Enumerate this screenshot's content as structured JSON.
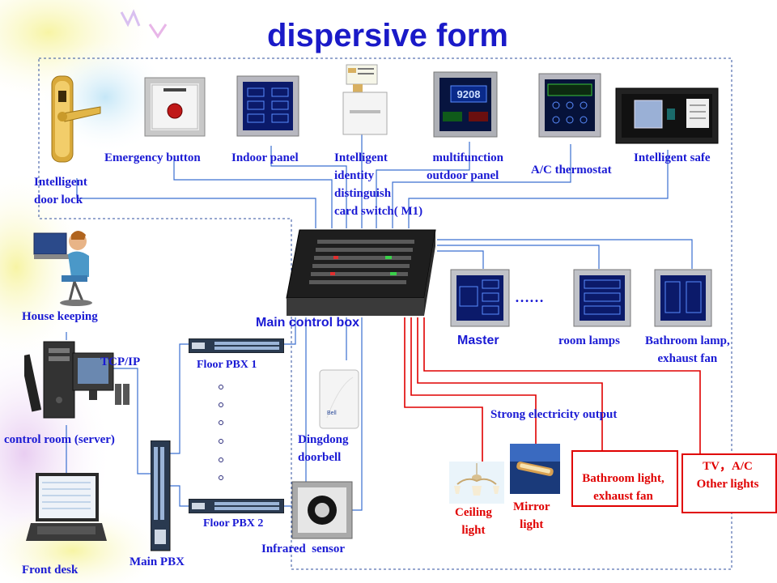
{
  "title": "dispersive form",
  "labels": {
    "door_lock": "Intelligent\ndoor lock",
    "emergency": "Emergency button",
    "indoor_panel": "Indoor panel",
    "card_switch": "Intelligent\nidentity\ndistinguish\ncard switch( M1)",
    "outdoor_panel": "  multifunction\noutdoor panel",
    "thermostat": "A/C thermostat",
    "safe": "Intelligent safe",
    "house_keeping": "House keeping",
    "tcp_ip": "TCP/IP",
    "control_room": "control room (server)",
    "front_desk": "Front desk",
    "main_control_box": "Main control box",
    "floor_pbx_1": "Floor PBX 1",
    "floor_pbx_2": "Floor PBX 2",
    "main_pbx": "Main PBX",
    "doorbell": "Dingdong\ndoorbell",
    "infrared": "Infrared  sensor",
    "master": "Master",
    "room_lamps": "room lamps",
    "bathroom_lamp": "Bathroom lamp,\nexhaust fan",
    "dots": "……",
    "strong_output": "Strong electricity output",
    "ceiling_light": "Ceiling\nlight",
    "mirror_light": "Mirror\nlight",
    "bathroom_light_box": "Bathroom light,\nexhaust fan",
    "tv_box": "TV，A/C\nOther lights"
  },
  "panel_texts": {
    "outdoor_number": "9208"
  },
  "colors": {
    "title": "#1a1ac8",
    "label": "#1a1ad4",
    "red": "#e00000",
    "wire_blue": "#3a6fd0",
    "panel_dark": "#0b1a6a"
  },
  "icons": [
    "door-lock-icon",
    "emergency-button-icon",
    "indoor-panel-icon",
    "card-switch-icon",
    "outdoor-panel-icon",
    "thermostat-icon",
    "safe-icon",
    "housekeeper-icon",
    "server-computer-icon",
    "laptop-icon",
    "main-control-box-icon",
    "switch-icon",
    "doorbell-icon",
    "infrared-sensor-icon",
    "master-panel-icon",
    "room-lamps-panel-icon",
    "bathroom-panel-icon",
    "ceiling-light-icon",
    "mirror-light-icon"
  ]
}
